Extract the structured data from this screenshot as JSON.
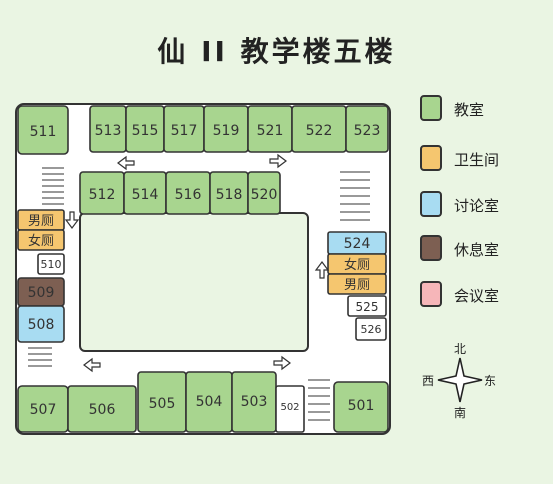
{
  "title": "仙 II 教学楼五楼",
  "colors": {
    "classroom": "#a8d58f",
    "restroom": "#f5c66f",
    "discussion": "#a8dcf2",
    "lounge": "#7d5f52",
    "meeting": "#f6b6b9",
    "corridor": "#ffffff",
    "background": "#eaf5e3"
  },
  "rooms": {
    "r511": "511",
    "r513": "513",
    "r515": "515",
    "r517": "517",
    "r519": "519",
    "r521": "521",
    "r522": "522",
    "r523": "523",
    "r512": "512",
    "r514": "514",
    "r516": "516",
    "r518": "518",
    "r520": "520",
    "r524": "524",
    "r525": "525",
    "r526": "526",
    "r510": "510",
    "r509": "509",
    "r508": "508",
    "r507": "507",
    "r506": "506",
    "r505": "505",
    "r504": "504",
    "r503": "503",
    "r502": "502",
    "r501": "501",
    "men_left": "男厕",
    "women_left": "女厕",
    "women_right": "女厕",
    "men_right": "男厕"
  },
  "legend": [
    {
      "label": "教室",
      "color": "#a8d58f"
    },
    {
      "label": "卫生间",
      "color": "#f5c66f"
    },
    {
      "label": "讨论室",
      "color": "#a8dcf2"
    },
    {
      "label": "休息室",
      "color": "#7d5f52"
    },
    {
      "label": "会议室",
      "color": "#f6b6b9"
    }
  ],
  "compass": {
    "north": "北",
    "south": "南",
    "east": "东",
    "west": "西"
  }
}
